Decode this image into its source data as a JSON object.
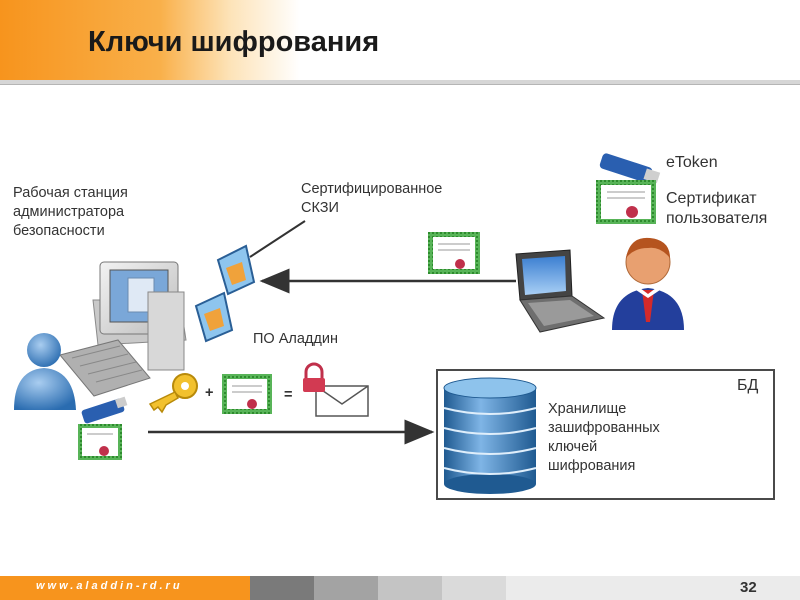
{
  "title": "Ключи шифрования",
  "labels": {
    "admin_ws": "Рабочая станция\nадминистратора\nбезопасности",
    "skzi": "Сертифицированное\nСКЗИ",
    "etoken": "eToken",
    "user_cert": "Сертификат\nпользователя",
    "aladdin": "ПО Аладдин",
    "db": "БД",
    "storage": "Хранилище\nзашифрованных\nключей\nшифрования",
    "plus": "+",
    "equals": "="
  },
  "footer": {
    "url": "www.aladdin-rd.ru",
    "page": "32"
  },
  "colors": {
    "accent": "#f7941d",
    "cert_green": "#4aa84a",
    "db_blue": "#2f6fa8"
  }
}
